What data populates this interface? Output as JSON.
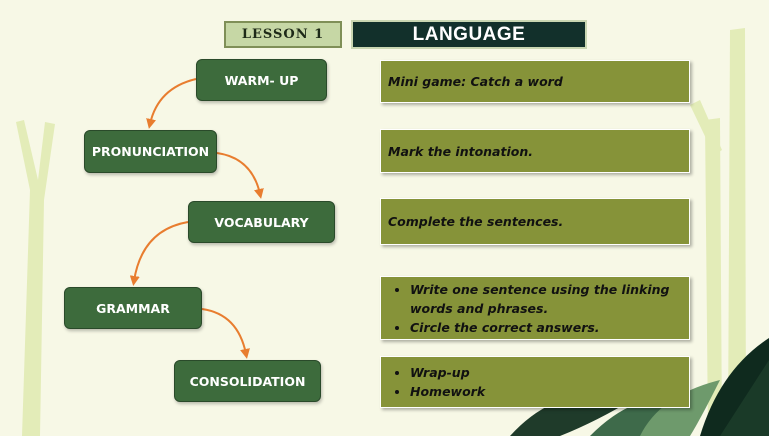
{
  "header": {
    "lesson_label": "LESSON 1",
    "title": "LANGUAGE"
  },
  "stages": [
    {
      "label": "WARM- UP"
    },
    {
      "label": "PRONUNCIATION"
    },
    {
      "label": "VOCABULARY"
    },
    {
      "label": "GRAMMAR"
    },
    {
      "label": "CONSOLIDATION"
    }
  ],
  "activities": {
    "warmup": "Mini game: Catch a word",
    "pronunciation": "Mark the intonation.",
    "vocabulary": "Complete the sentences.",
    "grammar": [
      "Write one sentence using the linking words and phrases.",
      "Circle the correct answers."
    ],
    "consolidation": [
      "Wrap-up",
      "Homework"
    ]
  },
  "colors": {
    "stage_fill": "#3d6b3c",
    "activity_fill": "#869339",
    "arrow": "#e87d2f",
    "title_bg": "#12302b",
    "lesson_bg": "#c6d7a5"
  }
}
